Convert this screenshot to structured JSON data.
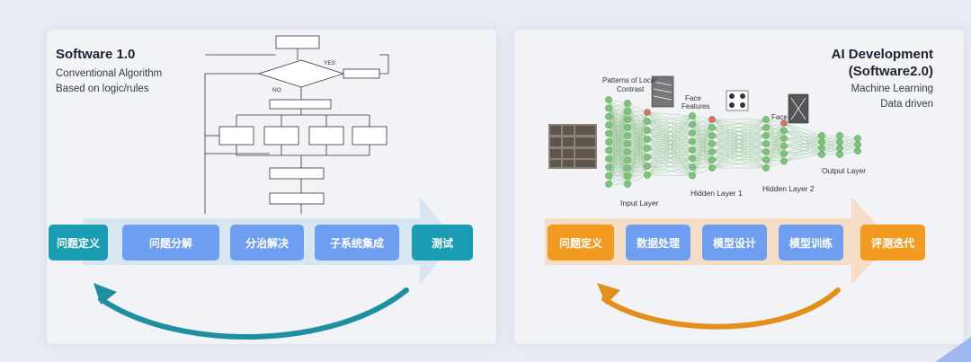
{
  "software1": {
    "title": "Software 1.0",
    "subtitle_line1": "Conventional Algorithm",
    "subtitle_line2": "Based on logic/rules",
    "flow": {
      "yes": "YES",
      "no": "NO"
    },
    "stages": [
      "问题定义",
      "问题分解",
      "分治解决",
      "子系统集成",
      "测试"
    ]
  },
  "software2": {
    "title_line1": "AI Development",
    "title_line2": "(Software2.0)",
    "subtitle_line1": "Machine Learning",
    "subtitle_line2": "Data driven",
    "nn": {
      "patterns": "Patterns of Local",
      "contrast": "Contrast",
      "face_features_1": "Face",
      "face_features_2": "Features",
      "face": "Face",
      "input_layer": "Input Layer",
      "hidden_layer_1": "Hidden Layer 1",
      "hidden_layer_2": "Hidden Layer 2",
      "output_layer": "Output Layer"
    },
    "stages": [
      "问题定义",
      "数据处理",
      "模型设计",
      "模型训练",
      "评测迭代"
    ]
  },
  "colors": {
    "teal": "#1a9db3",
    "blue": "#6d9ef0",
    "orange": "#f39b21",
    "node_green": "#7cc47a",
    "node_red": "#e46a6a"
  }
}
